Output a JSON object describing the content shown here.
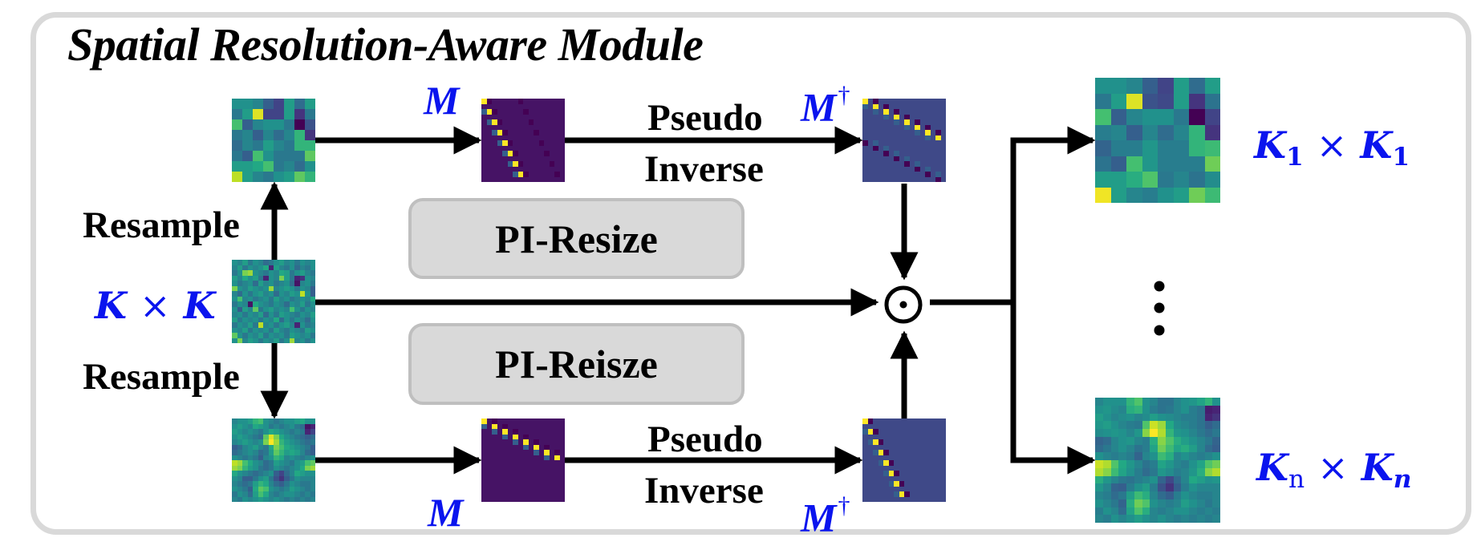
{
  "title": "Spatial Resolution-Aware Module",
  "labels": {
    "resample_top": "Resample",
    "resample_bottom": "Resample",
    "kxk_k1": "K",
    "kxk_times": "×",
    "kxk_k2": "K",
    "pseudo_top": "Pseudo",
    "inverse_top": "Inverse",
    "pseudo_bottom": "Pseudo",
    "inverse_bottom": "Inverse",
    "m_top": "M",
    "m_bottom": "M",
    "mdag_top": "M",
    "mdag_bottom": "M",
    "dagger": "†",
    "out1_k": "K",
    "out1_sub": "1",
    "out1_times": "×",
    "out1_k2": "K",
    "out1_sub2": "1",
    "outn_k": "K",
    "outn_sub": "n",
    "outn_times": "×",
    "outn_k2": "K",
    "outn_sub2": "n",
    "ellipsis": "⋮"
  },
  "boxes": {
    "pi_resize_top": "PI-Resize",
    "pi_resize_bottom": "PI-Reisze"
  },
  "operator": {
    "name": "hadamard-product",
    "symbol": "⊙"
  },
  "colors": {
    "text_blue": "#0a14ee",
    "frame_gray": "#d9d9d9",
    "box_fill": "#d9d9d9",
    "box_border": "#bfbfbf"
  },
  "heatmaps": {
    "input_kxk": {
      "rows": 16,
      "cols": 16,
      "colormap": "viridis",
      "values": [
        [
          0.5,
          0.45,
          0.55,
          0.4,
          0.5,
          0.45,
          0.35,
          0.4,
          0.5,
          0.55,
          0.45,
          0.5,
          0.4,
          0.5,
          0.45,
          0.5
        ],
        [
          0.45,
          0.55,
          0.4,
          0.5,
          0.45,
          0.5,
          0.6,
          0.1,
          0.55,
          0.45,
          0.4,
          0.5,
          0.35,
          0.45,
          0.4,
          0.5
        ],
        [
          0.4,
          0.5,
          0.8,
          0.85,
          0.5,
          0.45,
          0.4,
          0.5,
          0.45,
          0.6,
          0.55,
          0.4,
          0.5,
          0.55,
          0.45,
          0.4
        ],
        [
          0.55,
          0.45,
          0.6,
          0.5,
          0.55,
          0.4,
          0.1,
          0.5,
          0.45,
          0.8,
          0.55,
          0.4,
          0.1,
          0.15,
          0.5,
          0.45
        ],
        [
          0.5,
          0.4,
          0.45,
          0.5,
          0.35,
          0.55,
          0.45,
          0.5,
          0.4,
          0.45,
          0.5,
          0.35,
          0.05,
          0.45,
          0.5,
          0.4
        ],
        [
          0.8,
          0.5,
          0.45,
          0.55,
          0.5,
          0.45,
          0.5,
          0.85,
          0.45,
          0.5,
          0.55,
          0.5,
          0.4,
          0.5,
          0.45,
          0.3
        ],
        [
          0.45,
          0.35,
          0.5,
          0.4,
          0.5,
          0.55,
          0.45,
          0.5,
          0.35,
          0.5,
          0.45,
          0.55,
          0.5,
          0.9,
          0.5,
          0.3
        ],
        [
          0.5,
          0.7,
          0.45,
          0.5,
          0.4,
          0.45,
          0.5,
          0.4,
          0.55,
          0.45,
          0.5,
          0.4,
          0.45,
          0.5,
          0.45,
          0.6
        ],
        [
          0.4,
          0.5,
          0.45,
          0.05,
          0.6,
          0.5,
          0.45,
          0.4,
          0.5,
          0.45,
          0.35,
          0.5,
          0.45,
          0.55,
          0.4,
          0.5
        ],
        [
          0.5,
          0.3,
          0.55,
          0.45,
          0.75,
          0.4,
          0.5,
          0.55,
          0.45,
          0.5,
          0.45,
          0.7,
          0.5,
          0.4,
          0.5,
          0.45
        ],
        [
          0.45,
          0.5,
          0.4,
          0.5,
          0.45,
          0.55,
          0.35,
          0.5,
          0.4,
          0.55,
          0.5,
          0.45,
          0.4,
          0.5,
          0.45,
          0.55
        ],
        [
          0.55,
          0.4,
          0.5,
          0.45,
          0.5,
          0.4,
          0.5,
          0.45,
          0.6,
          0.35,
          0.5,
          0.4,
          0.5,
          0.45,
          0.35,
          0.5
        ],
        [
          0.4,
          0.5,
          0.45,
          0.55,
          0.4,
          0.9,
          0.45,
          0.5,
          0.4,
          0.5,
          0.55,
          0.45,
          0.1,
          0.5,
          0.4,
          0.45
        ],
        [
          0.5,
          0.45,
          0.55,
          0.4,
          0.5,
          0.45,
          0.5,
          0.4,
          0.55,
          0.45,
          0.4,
          0.5,
          0.45,
          0.4,
          0.55,
          0.5
        ],
        [
          0.75,
          0.5,
          0.4,
          0.5,
          0.45,
          0.55,
          0.4,
          0.5,
          0.45,
          0.5,
          0.4,
          0.55,
          0.5,
          0.45,
          0.5,
          0.4
        ],
        [
          0.5,
          0.8,
          0.45,
          0.55,
          0.5,
          0.4,
          0.5,
          0.45,
          0.55,
          0.4,
          0.5,
          0.85,
          0.45,
          0.5,
          0.4,
          0.5
        ]
      ]
    },
    "resampled_top": {
      "rows": 8,
      "cols": 8,
      "colormap": "viridis",
      "values": [
        [
          0.5,
          0.5,
          0.45,
          0.3,
          0.2,
          0.55,
          0.35,
          0.55
        ],
        [
          0.4,
          0.55,
          0.95,
          0.2,
          0.2,
          0.55,
          0.15,
          0.4
        ],
        [
          0.7,
          0.3,
          0.45,
          0.5,
          0.5,
          0.4,
          0.0,
          0.25
        ],
        [
          0.4,
          0.45,
          0.3,
          0.45,
          0.35,
          0.45,
          0.65,
          0.15
        ],
        [
          0.35,
          0.45,
          0.4,
          0.55,
          0.45,
          0.4,
          0.65,
          0.65
        ],
        [
          0.4,
          0.3,
          0.7,
          0.5,
          0.4,
          0.4,
          0.4,
          0.75
        ],
        [
          0.55,
          0.55,
          0.6,
          0.7,
          0.4,
          0.45,
          0.35,
          0.5
        ],
        [
          0.9,
          0.55,
          0.45,
          0.4,
          0.5,
          0.55,
          0.75,
          0.65
        ]
      ]
    },
    "resampled_bottom": {
      "rows": 16,
      "cols": 16,
      "colormap": "viridis",
      "values": [
        [
          0.45,
          0.5,
          0.5,
          0.55,
          0.65,
          0.7,
          0.5,
          0.45,
          0.4,
          0.45,
          0.5,
          0.5,
          0.55,
          0.6,
          0.5,
          0.5
        ],
        [
          0.5,
          0.55,
          0.5,
          0.45,
          0.6,
          0.55,
          0.5,
          0.4,
          0.45,
          0.4,
          0.45,
          0.5,
          0.4,
          0.35,
          0.05,
          0.1
        ],
        [
          0.55,
          0.5,
          0.45,
          0.5,
          0.45,
          0.4,
          0.5,
          0.6,
          0.55,
          0.5,
          0.45,
          0.4,
          0.45,
          0.4,
          0.1,
          0.2
        ],
        [
          0.5,
          0.55,
          0.5,
          0.45,
          0.4,
          0.35,
          0.75,
          0.95,
          0.8,
          0.6,
          0.5,
          0.45,
          0.4,
          0.35,
          0.3,
          0.35
        ],
        [
          0.45,
          0.5,
          0.55,
          0.5,
          0.45,
          0.5,
          0.8,
          1.0,
          0.85,
          0.65,
          0.55,
          0.5,
          0.45,
          0.4,
          0.35,
          0.4
        ],
        [
          0.3,
          0.35,
          0.45,
          0.5,
          0.55,
          0.45,
          0.4,
          0.6,
          0.8,
          0.7,
          0.6,
          0.55,
          0.5,
          0.45,
          0.4,
          0.3
        ],
        [
          0.35,
          0.4,
          0.45,
          0.5,
          0.45,
          0.35,
          0.4,
          0.55,
          0.75,
          0.65,
          0.55,
          0.6,
          0.55,
          0.45,
          0.35,
          0.3
        ],
        [
          0.5,
          0.45,
          0.4,
          0.45,
          0.4,
          0.3,
          0.45,
          0.5,
          0.65,
          0.6,
          0.45,
          0.5,
          0.45,
          0.4,
          0.45,
          0.5
        ],
        [
          0.9,
          0.85,
          0.7,
          0.6,
          0.5,
          0.45,
          0.35,
          0.4,
          0.55,
          0.5,
          0.45,
          0.4,
          0.5,
          0.55,
          0.7,
          0.75
        ],
        [
          0.85,
          0.8,
          0.65,
          0.55,
          0.5,
          0.4,
          0.35,
          0.4,
          0.5,
          0.45,
          0.4,
          0.45,
          0.5,
          0.6,
          0.8,
          0.85
        ],
        [
          0.6,
          0.5,
          0.45,
          0.4,
          0.35,
          0.4,
          0.45,
          0.5,
          0.3,
          0.2,
          0.35,
          0.45,
          0.6,
          0.55,
          0.5,
          0.5
        ],
        [
          0.5,
          0.45,
          0.3,
          0.3,
          0.4,
          0.5,
          0.55,
          0.4,
          0.25,
          0.15,
          0.3,
          0.4,
          0.5,
          0.45,
          0.45,
          0.45
        ],
        [
          0.45,
          0.4,
          0.35,
          0.4,
          0.55,
          0.65,
          0.6,
          0.45,
          0.35,
          0.3,
          0.4,
          0.5,
          0.45,
          0.4,
          0.4,
          0.45
        ],
        [
          0.5,
          0.45,
          0.4,
          0.3,
          0.6,
          0.75,
          0.7,
          0.5,
          0.45,
          0.4,
          0.45,
          0.55,
          0.5,
          0.45,
          0.4,
          0.45
        ],
        [
          0.4,
          0.5,
          0.45,
          0.35,
          0.55,
          0.7,
          0.6,
          0.45,
          0.4,
          0.45,
          0.5,
          0.5,
          0.45,
          0.4,
          0.45,
          0.4
        ],
        [
          0.45,
          0.4,
          0.5,
          0.45,
          0.5,
          0.55,
          0.5,
          0.45,
          0.5,
          0.45,
          0.4,
          0.45,
          0.4,
          0.45,
          0.4,
          0.45
        ]
      ]
    },
    "out_k1": {
      "rows": 8,
      "cols": 8,
      "colormap": "viridis",
      "values": [
        [
          0.5,
          0.5,
          0.45,
          0.3,
          0.2,
          0.55,
          0.35,
          0.55
        ],
        [
          0.4,
          0.55,
          0.95,
          0.25,
          0.22,
          0.55,
          0.15,
          0.38
        ],
        [
          0.7,
          0.3,
          0.45,
          0.5,
          0.5,
          0.4,
          0.0,
          0.2
        ],
        [
          0.42,
          0.45,
          0.3,
          0.45,
          0.35,
          0.45,
          0.65,
          0.15
        ],
        [
          0.32,
          0.42,
          0.42,
          0.52,
          0.42,
          0.42,
          0.65,
          0.68
        ],
        [
          0.38,
          0.3,
          0.7,
          0.52,
          0.42,
          0.42,
          0.42,
          0.78
        ],
        [
          0.55,
          0.55,
          0.62,
          0.72,
          0.4,
          0.45,
          0.38,
          0.48
        ],
        [
          0.98,
          0.55,
          0.45,
          0.42,
          0.5,
          0.55,
          0.78,
          0.68
        ]
      ]
    },
    "out_kn": {
      "rows": 16,
      "cols": 16,
      "colormap": "viridis",
      "values": [
        [
          0.45,
          0.5,
          0.5,
          0.5,
          0.65,
          0.72,
          0.5,
          0.45,
          0.38,
          0.38,
          0.45,
          0.5,
          0.52,
          0.58,
          0.65,
          0.5
        ],
        [
          0.5,
          0.52,
          0.48,
          0.45,
          0.62,
          0.65,
          0.5,
          0.42,
          0.38,
          0.4,
          0.45,
          0.5,
          0.42,
          0.38,
          0.08,
          0.1
        ],
        [
          0.55,
          0.5,
          0.45,
          0.48,
          0.5,
          0.45,
          0.48,
          0.55,
          0.5,
          0.48,
          0.45,
          0.42,
          0.42,
          0.38,
          0.1,
          0.15
        ],
        [
          0.52,
          0.55,
          0.5,
          0.45,
          0.42,
          0.4,
          0.72,
          0.92,
          0.85,
          0.6,
          0.48,
          0.45,
          0.42,
          0.38,
          0.3,
          0.35
        ],
        [
          0.48,
          0.5,
          0.52,
          0.5,
          0.45,
          0.52,
          0.82,
          1.0,
          0.88,
          0.65,
          0.52,
          0.5,
          0.45,
          0.4,
          0.35,
          0.4
        ],
        [
          0.32,
          0.35,
          0.45,
          0.5,
          0.52,
          0.45,
          0.42,
          0.62,
          0.82,
          0.72,
          0.62,
          0.55,
          0.5,
          0.45,
          0.4,
          0.32
        ],
        [
          0.35,
          0.4,
          0.45,
          0.5,
          0.45,
          0.38,
          0.42,
          0.58,
          0.78,
          0.68,
          0.58,
          0.62,
          0.55,
          0.45,
          0.35,
          0.3
        ],
        [
          0.5,
          0.45,
          0.42,
          0.45,
          0.42,
          0.32,
          0.45,
          0.5,
          0.68,
          0.62,
          0.45,
          0.5,
          0.45,
          0.42,
          0.45,
          0.5
        ],
        [
          0.92,
          0.88,
          0.72,
          0.6,
          0.52,
          0.45,
          0.38,
          0.42,
          0.58,
          0.52,
          0.45,
          0.42,
          0.5,
          0.58,
          0.72,
          0.78
        ],
        [
          0.88,
          0.82,
          0.68,
          0.58,
          0.5,
          0.42,
          0.35,
          0.4,
          0.52,
          0.48,
          0.42,
          0.45,
          0.52,
          0.62,
          0.82,
          0.88
        ],
        [
          0.62,
          0.52,
          0.45,
          0.4,
          0.38,
          0.42,
          0.45,
          0.5,
          0.32,
          0.22,
          0.35,
          0.45,
          0.6,
          0.55,
          0.5,
          0.52
        ],
        [
          0.52,
          0.45,
          0.32,
          0.3,
          0.42,
          0.5,
          0.55,
          0.42,
          0.25,
          0.15,
          0.3,
          0.42,
          0.5,
          0.45,
          0.45,
          0.45
        ],
        [
          0.45,
          0.42,
          0.35,
          0.4,
          0.55,
          0.68,
          0.62,
          0.45,
          0.35,
          0.3,
          0.42,
          0.5,
          0.45,
          0.42,
          0.42,
          0.45
        ],
        [
          0.5,
          0.45,
          0.4,
          0.32,
          0.62,
          0.78,
          0.72,
          0.5,
          0.45,
          0.42,
          0.45,
          0.55,
          0.5,
          0.45,
          0.4,
          0.45
        ],
        [
          0.42,
          0.5,
          0.45,
          0.35,
          0.58,
          0.72,
          0.62,
          0.45,
          0.42,
          0.45,
          0.5,
          0.5,
          0.45,
          0.42,
          0.45,
          0.42
        ],
        [
          0.45,
          0.42,
          0.5,
          0.45,
          0.5,
          0.55,
          0.5,
          0.45,
          0.5,
          0.45,
          0.42,
          0.45,
          0.42,
          0.45,
          0.42,
          0.45
        ]
      ]
    }
  },
  "matrices": {
    "m_top": {
      "rows": 16,
      "cols": 16,
      "kind": "downsample-band",
      "band": "steep"
    },
    "mdag_top": {
      "rows": 16,
      "cols": 16,
      "kind": "pseudo-inverse-band",
      "band": "shallow"
    },
    "m_bottom": {
      "rows": 16,
      "cols": 16,
      "kind": "upsample-band",
      "band": "shallow"
    },
    "mdag_bottom": {
      "rows": 16,
      "cols": 16,
      "kind": "pseudo-inverse-band",
      "band": "steep"
    }
  }
}
